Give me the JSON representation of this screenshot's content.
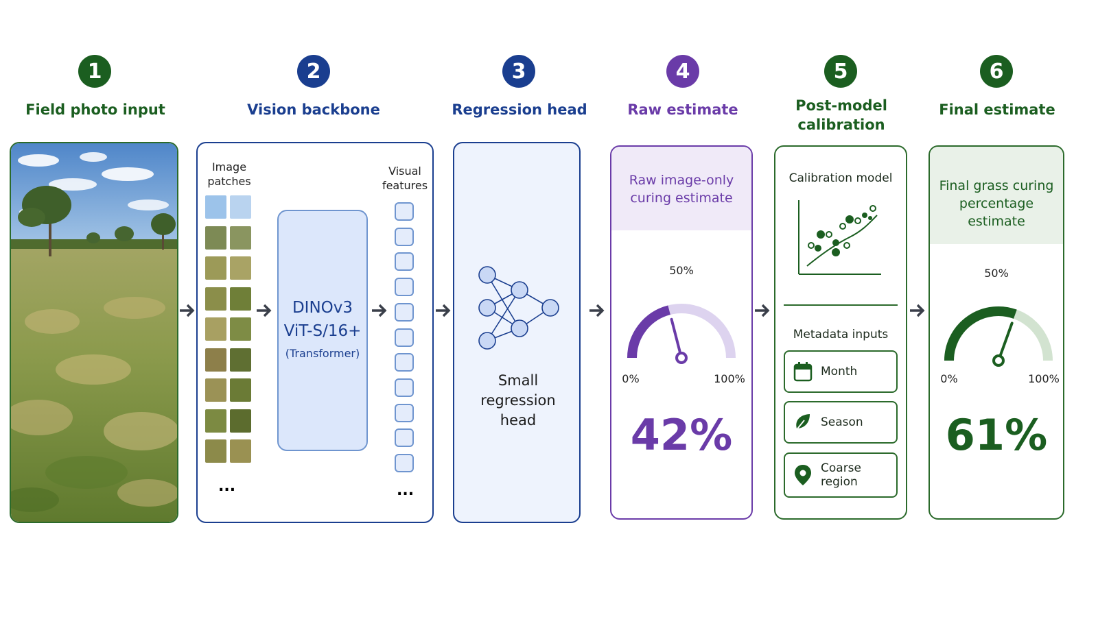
{
  "steps": [
    {
      "number": "1",
      "title": "Field photo input",
      "color": "#1b5e20"
    },
    {
      "number": "2",
      "title": "Vision backbone",
      "color": "#1a3e8f"
    },
    {
      "number": "3",
      "title": "Regression head",
      "color": "#1a3e8f"
    },
    {
      "number": "4",
      "title": "Raw estimate",
      "color": "#6a3ba8"
    },
    {
      "number": "5",
      "title": "Post-model calibration",
      "color": "#1b5e20"
    },
    {
      "number": "6",
      "title": "Final estimate",
      "color": "#1b5e20"
    }
  ],
  "backbone": {
    "patches_label": "Image patches",
    "features_label": "Visual features",
    "model_line1": "DINOv3",
    "model_line2": "ViT-S/16+",
    "model_line3": "(Transformer)",
    "ellipsis": "..."
  },
  "regression": {
    "label": "Small regression head"
  },
  "raw": {
    "header": "Raw image-only curing estimate",
    "gauge_mid": "50%",
    "gauge_min": "0%",
    "gauge_max": "100%",
    "value_text": "42%",
    "value": 42,
    "accent": "#6a3ba8"
  },
  "calibration": {
    "model_label": "Calibration model",
    "metadata_label": "Metadata inputs",
    "inputs": [
      {
        "label": "Month",
        "icon": "calendar-icon"
      },
      {
        "label": "Season",
        "icon": "leaf-icon"
      },
      {
        "label": "Coarse region",
        "icon": "map-pin-icon"
      }
    ]
  },
  "final": {
    "header": "Final grass curing percentage estimate",
    "gauge_mid": "50%",
    "gauge_min": "0%",
    "gauge_max": "100%",
    "value_text": "61%",
    "value": 61,
    "accent": "#1b5e20"
  }
}
